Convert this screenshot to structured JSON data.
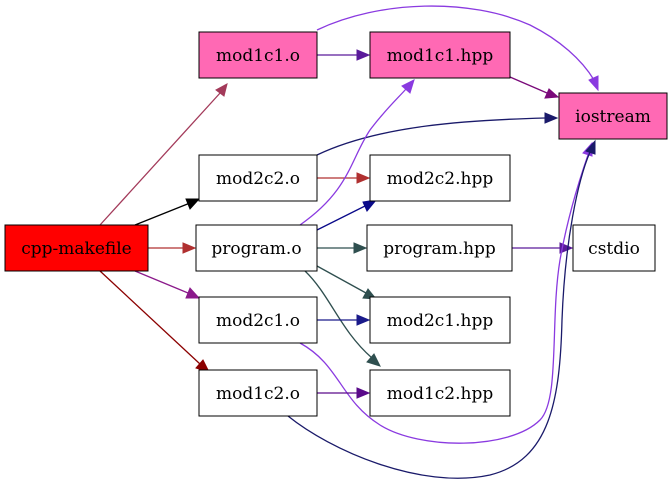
{
  "colors": {
    "root_fill": "#ff0000",
    "highlight_fill": "#ff69b4",
    "plain_fill": "#ffffff",
    "stroke": "#000000"
  },
  "nodes": {
    "cpp_makefile": {
      "label": "cpp-makefile",
      "fill": "#ff0000"
    },
    "mod1c1_o": {
      "label": "mod1c1.o",
      "fill": "#ff69b4"
    },
    "mod1c1_hpp": {
      "label": "mod1c1.hpp",
      "fill": "#ff69b4"
    },
    "iostream": {
      "label": "iostream",
      "fill": "#ff69b4"
    },
    "mod2c2_o": {
      "label": "mod2c2.o",
      "fill": "#ffffff"
    },
    "mod2c2_hpp": {
      "label": "mod2c2.hpp",
      "fill": "#ffffff"
    },
    "program_o": {
      "label": "program.o",
      "fill": "#ffffff"
    },
    "program_hpp": {
      "label": "program.hpp",
      "fill": "#ffffff"
    },
    "cstdio": {
      "label": "cstdio",
      "fill": "#ffffff"
    },
    "mod2c1_o": {
      "label": "mod2c1.o",
      "fill": "#ffffff"
    },
    "mod2c1_hpp": {
      "label": "mod2c1.hpp",
      "fill": "#ffffff"
    },
    "mod1c2_o": {
      "label": "mod1c2.o",
      "fill": "#ffffff"
    },
    "mod1c2_hpp": {
      "label": "mod1c2.hpp",
      "fill": "#ffffff"
    }
  },
  "edges": [
    {
      "from": "cpp_makefile",
      "to": "mod1c1_o",
      "color": "#a33a5a"
    },
    {
      "from": "cpp_makefile",
      "to": "mod2c2_o",
      "color": "#000000"
    },
    {
      "from": "cpp_makefile",
      "to": "program_o",
      "color": "#b03030"
    },
    {
      "from": "cpp_makefile",
      "to": "mod2c1_o",
      "color": "#8b1a8b"
    },
    {
      "from": "cpp_makefile",
      "to": "mod1c2_o",
      "color": "#8b0000"
    },
    {
      "from": "mod1c1_o",
      "to": "mod1c1_hpp",
      "color": "#5a1a9a"
    },
    {
      "from": "mod1c1_o",
      "to": "iostream",
      "color": "#8a3ae0"
    },
    {
      "from": "mod1c1_hpp",
      "to": "iostream",
      "color": "#7a0a7a"
    },
    {
      "from": "mod2c2_o",
      "to": "iostream",
      "color": "#1a1a6a"
    },
    {
      "from": "mod2c2_o",
      "to": "mod2c2_hpp",
      "color": "#b03030"
    },
    {
      "from": "program_o",
      "to": "mod1c1_hpp",
      "color": "#8a3ae0"
    },
    {
      "from": "program_o",
      "to": "mod2c2_hpp",
      "color": "#0a0a8a"
    },
    {
      "from": "program_o",
      "to": "program_hpp",
      "color": "#2f4f4f"
    },
    {
      "from": "program_o",
      "to": "mod2c1_hpp",
      "color": "#2f4f4f"
    },
    {
      "from": "program_o",
      "to": "mod1c2_hpp",
      "color": "#2f4f4f"
    },
    {
      "from": "program_hpp",
      "to": "cstdio",
      "color": "#5a1a9a"
    },
    {
      "from": "mod2c1_o",
      "to": "mod2c1_hpp",
      "color": "#1a1a8a"
    },
    {
      "from": "mod2c1_o",
      "to": "iostream",
      "color": "#8a3ae0"
    },
    {
      "from": "mod1c2_o",
      "to": "mod1c2_hpp",
      "color": "#5a0a8a"
    },
    {
      "from": "mod1c2_o",
      "to": "iostream",
      "color": "#1a1a6a"
    }
  ]
}
